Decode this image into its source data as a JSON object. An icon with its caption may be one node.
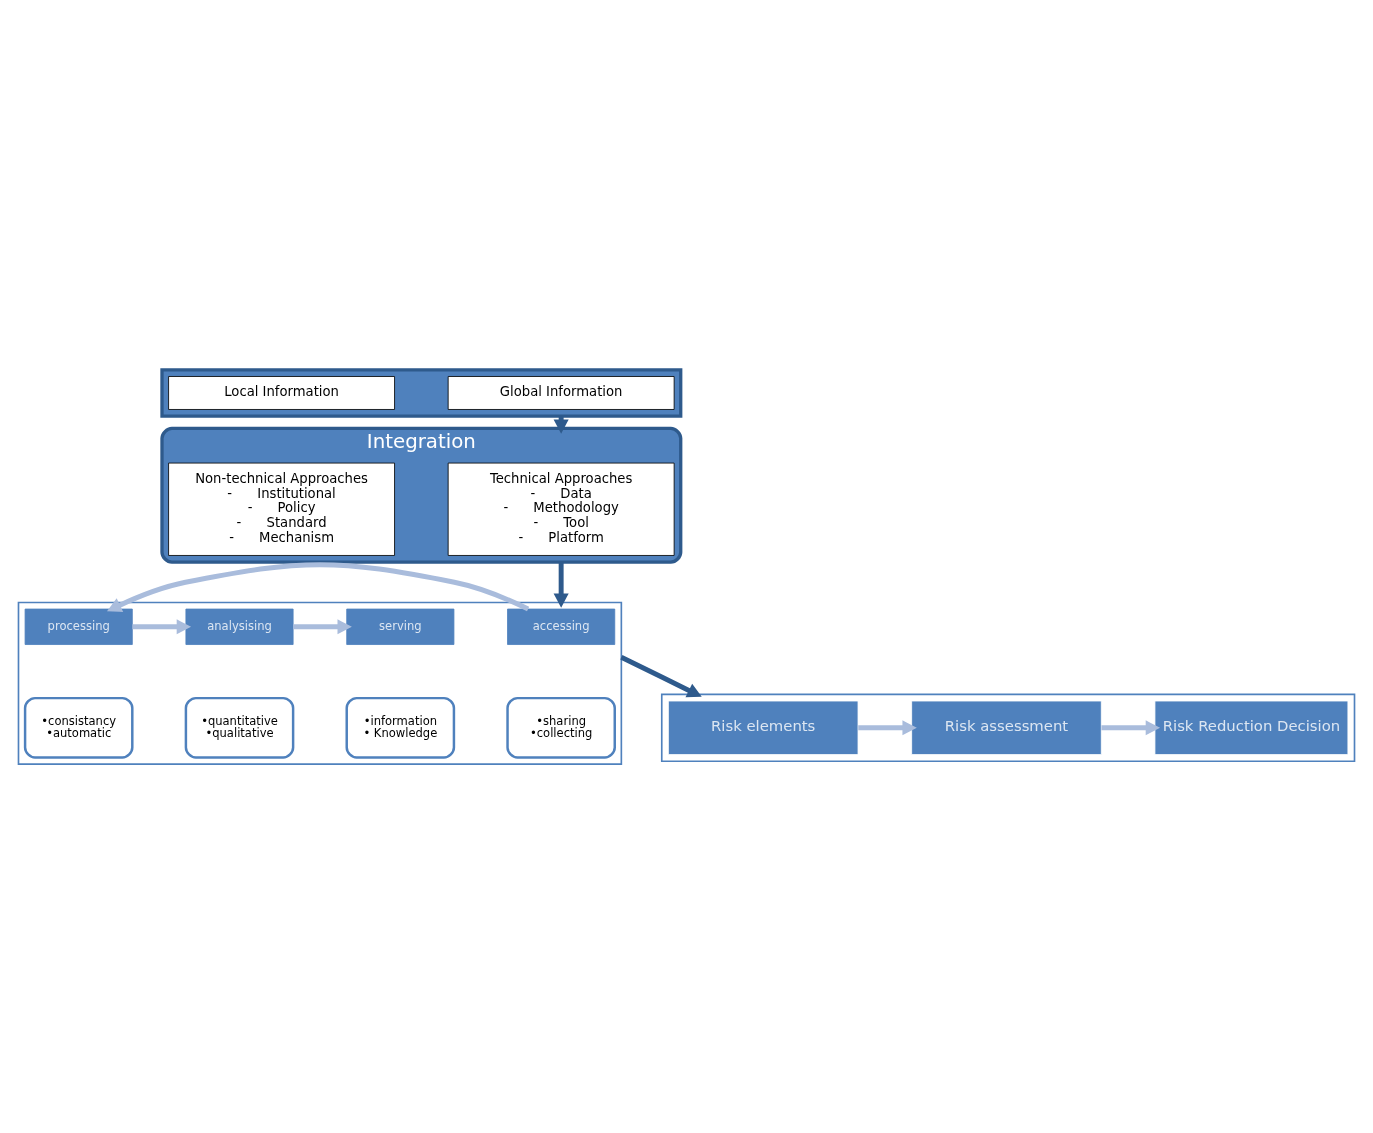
{
  "diagram": {
    "nodes": [
      {
        "text": [],
        "shape": "box"
      },
      {
        "text": [
          "Risk elements"
        ],
        "in": 0
      },
      {
        "text": [
          "Risk assessment"
        ],
        "in": 0
      },
      {
        "text": [
          "Risk Reduction Decision"
        ],
        "in": 0
      },
      {
        "text": [],
        "shape": "box"
      },
      {
        "text": [
          "accessing"
        ],
        "in": 4
      },
      {
        "text": [
          "•sharing",
          "•collecting"
        ],
        "in": 4
      },
      {
        "text": [
          "processing"
        ],
        "in": 4
      },
      {
        "text": [
          "•consistancy",
          "•automatic"
        ],
        "in": 4
      },
      {
        "text": [
          "analysising"
        ],
        "in": 4
      },
      {
        "text": [
          "•quantitative",
          "•qualitative"
        ],
        "in": 4
      },
      {
        "text": [
          "serving"
        ],
        "in": 4
      },
      {
        "text": [
          "•information",
          "• Knowledge"
        ],
        "in": 4
      },
      {
        "text": [
          "Integration"
        ]
      },
      {
        "text": [
          "Technical Approaches",
          "-      Data",
          "-      Methodology",
          "-      Tool",
          "-      Platform"
        ],
        "in": 13
      },
      {
        "text": [
          "Non-technical Approaches",
          "-      Institutional",
          "-      Policy",
          "-      Standard",
          "-      Mechanism"
        ],
        "in": 13
      },
      {
        "text": [],
        "shape": "box"
      },
      {
        "text": [
          "Global Information"
        ],
        "in": 16
      },
      {
        "text": [
          "Local Information"
        ],
        "in": 16
      }
    ],
    "edges": [
      {
        "from": 1,
        "to": 2,
        "arrow": "to"
      },
      {
        "from": 2,
        "to": 3,
        "arrow": "to"
      },
      {
        "from": 4,
        "to": 0,
        "arrow": "to",
        "color": "#2e5a8c"
      },
      {
        "from": 5,
        "to": 7,
        "arrow": "to"
      },
      {
        "from": 7,
        "to": 9,
        "arrow": "to"
      },
      {
        "from": 9,
        "to": 11,
        "arrow": "to"
      },
      {
        "from": 13,
        "to": 4,
        "arrow": "to",
        "color": "#2e5a8c"
      },
      {
        "from": 16,
        "to": 13,
        "arrow": "to",
        "color": "#2e5a8c"
      }
    ]
  }
}
